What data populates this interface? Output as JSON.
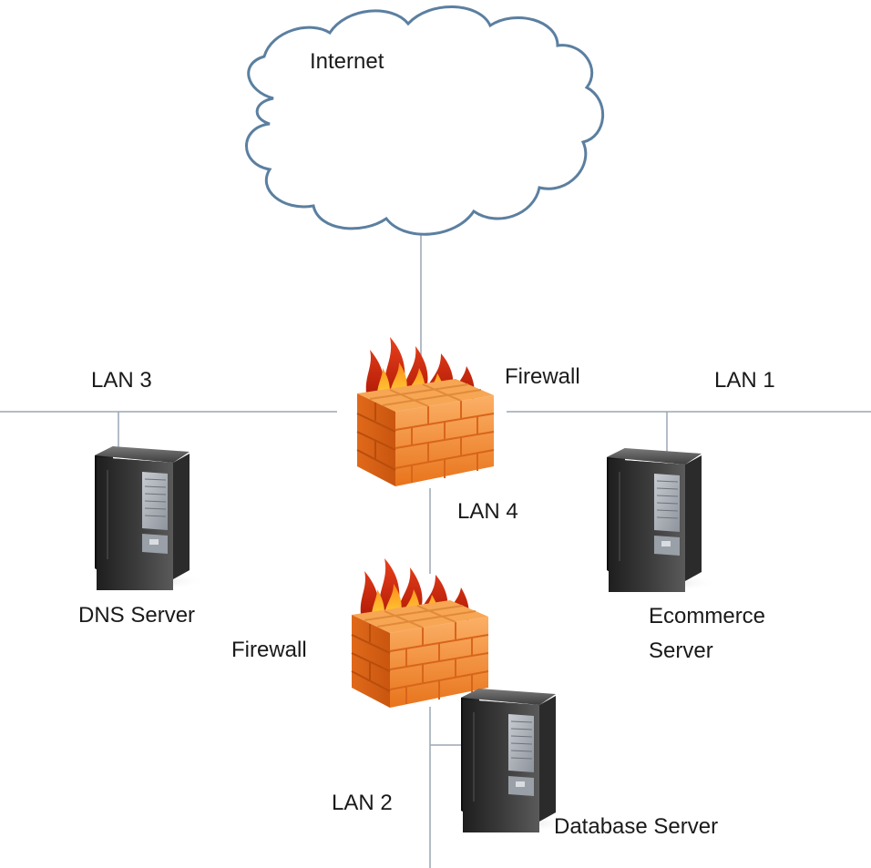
{
  "nodes": {
    "internet": {
      "label": "Internet",
      "icon": "cloud-icon"
    },
    "firewall_top": {
      "label": "Firewall",
      "icon": "firewall-icon"
    },
    "firewall_bottom": {
      "label": "Firewall",
      "icon": "firewall-icon"
    },
    "dns_server": {
      "label": "DNS Server",
      "icon": "server-icon"
    },
    "ecommerce_server": {
      "label": "Ecommerce Server",
      "icon": "server-icon"
    },
    "database_server": {
      "label": "Database Server",
      "icon": "server-icon"
    }
  },
  "networks": {
    "lan1": "LAN 1",
    "lan2": "LAN 2",
    "lan3": "LAN 3",
    "lan4": "LAN 4"
  },
  "colors": {
    "cloud_stroke": "#5b7fa0",
    "line": "#9aa7b4",
    "brick": "#f08a2c",
    "flame": "#e23a10"
  }
}
